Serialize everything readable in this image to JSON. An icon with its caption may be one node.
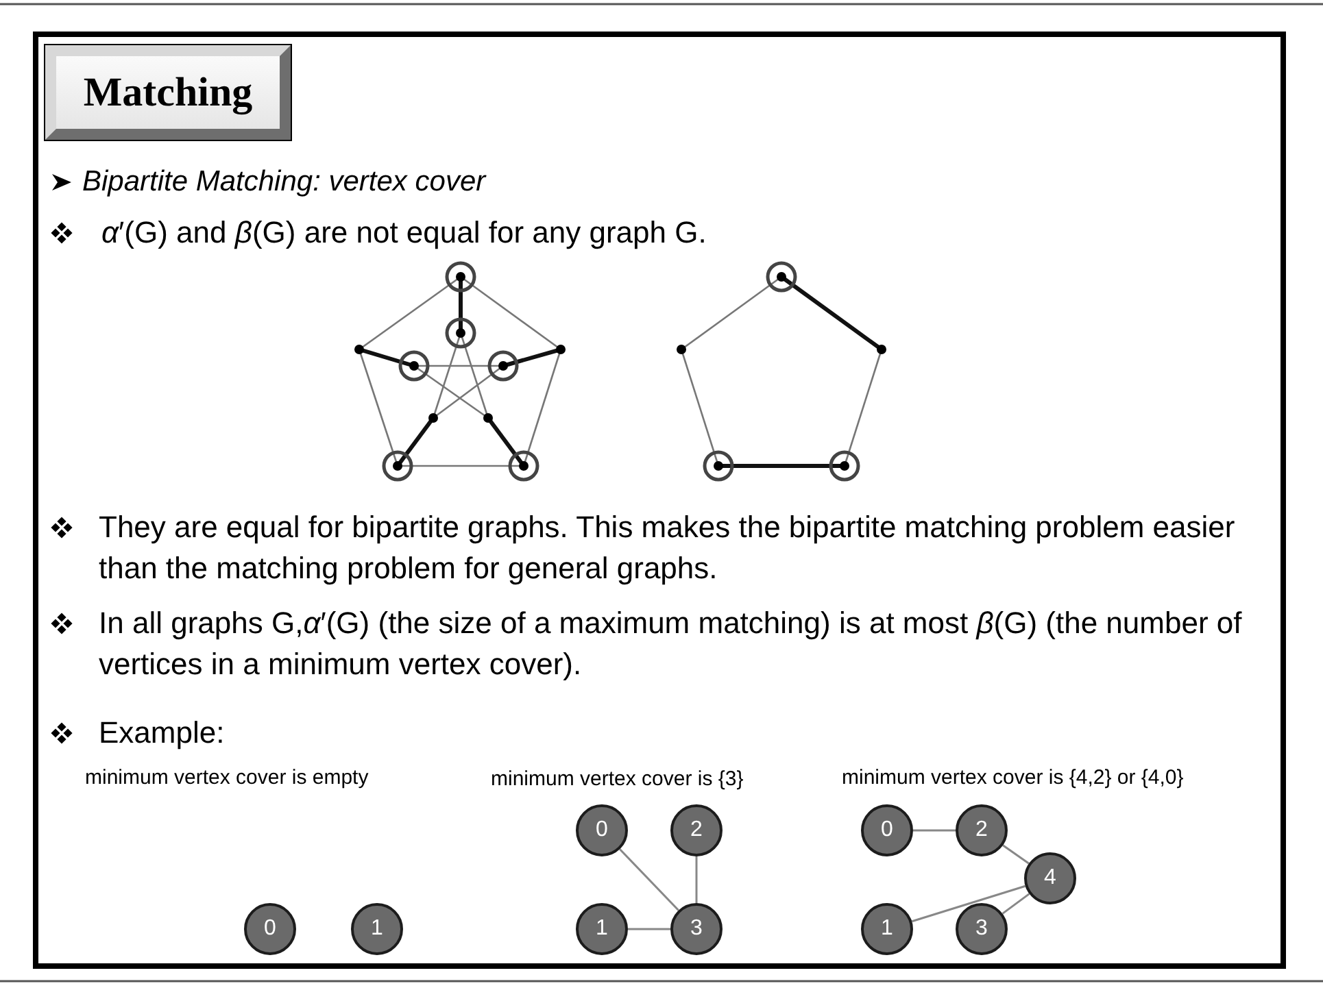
{
  "diagram": {
    "title": "Matching",
    "nodes": [
      {
        "text": [
          "0"
        ]
      },
      {
        "text": [
          "1"
        ]
      },
      {
        "text": [
          "0"
        ]
      },
      {
        "text": [
          "2"
        ]
      },
      {
        "text": [
          "1"
        ]
      },
      {
        "text": [
          "3"
        ]
      },
      {
        "text": [
          "0"
        ]
      },
      {
        "text": [
          "2"
        ]
      },
      {
        "text": [
          "4"
        ]
      },
      {
        "text": [
          "1"
        ]
      },
      {
        "text": [
          "3"
        ]
      }
    ],
    "edges": [
      {
        "from": 2,
        "to": 5,
        "arrow": "none"
      },
      {
        "from": 3,
        "to": 5,
        "arrow": "none"
      },
      {
        "from": 4,
        "to": 5,
        "arrow": "none"
      },
      {
        "from": 6,
        "to": 7,
        "arrow": "none"
      },
      {
        "from": 7,
        "to": 8,
        "arrow": "none"
      },
      {
        "from": 9,
        "to": 8,
        "arrow": "none"
      },
      {
        "from": 10,
        "to": 8,
        "arrow": "none"
      }
    ],
    "labels": [
      "Bipartite Matching: vertex cover",
      "*α*′(G) and *β*(G) are not equal for any graph G.",
      "They are equal for bipartite graphs. This makes the bipartite matching problem easier than the matching problem for general graphs.",
      "In all graphs G,*α*′(G) (the size of a maximum matching) is at most *β*(G) (the number of vertices in a minimum vertex cover).",
      "Example:",
      "minimum vertex cover is empty",
      "minimum vertex cover is {3}",
      "minimum vertex cover is {4,2} or {4,0}"
    ]
  }
}
